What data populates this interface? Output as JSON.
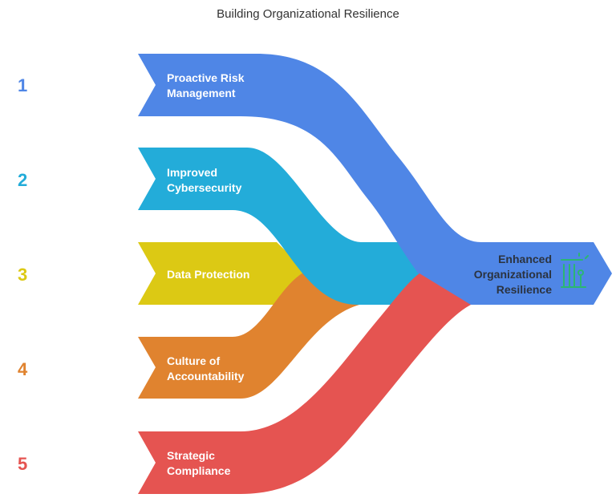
{
  "title": "Building Organizational Resilience",
  "colors": {
    "blue": "#4f86e6",
    "cyan": "#23acd9",
    "yellow": "#dcc914",
    "orange": "#e0832f",
    "red": "#e55451",
    "output_icon": "#2bb673"
  },
  "steps": [
    {
      "number": "1",
      "label_line1": "Proactive Risk",
      "label_line2": "Management"
    },
    {
      "number": "2",
      "label_line1": "Improved",
      "label_line2": "Cybersecurity"
    },
    {
      "number": "3",
      "label_line1": "Data Protection",
      "label_line2": ""
    },
    {
      "number": "4",
      "label_line1": "Culture of",
      "label_line2": "Accountability"
    },
    {
      "number": "5",
      "label_line1": "Strategic",
      "label_line2": "Compliance"
    }
  ],
  "outcome": {
    "line1": "Enhanced",
    "line2": "Organizational",
    "line3": "Resilience",
    "icon": "building-growth-icon"
  }
}
